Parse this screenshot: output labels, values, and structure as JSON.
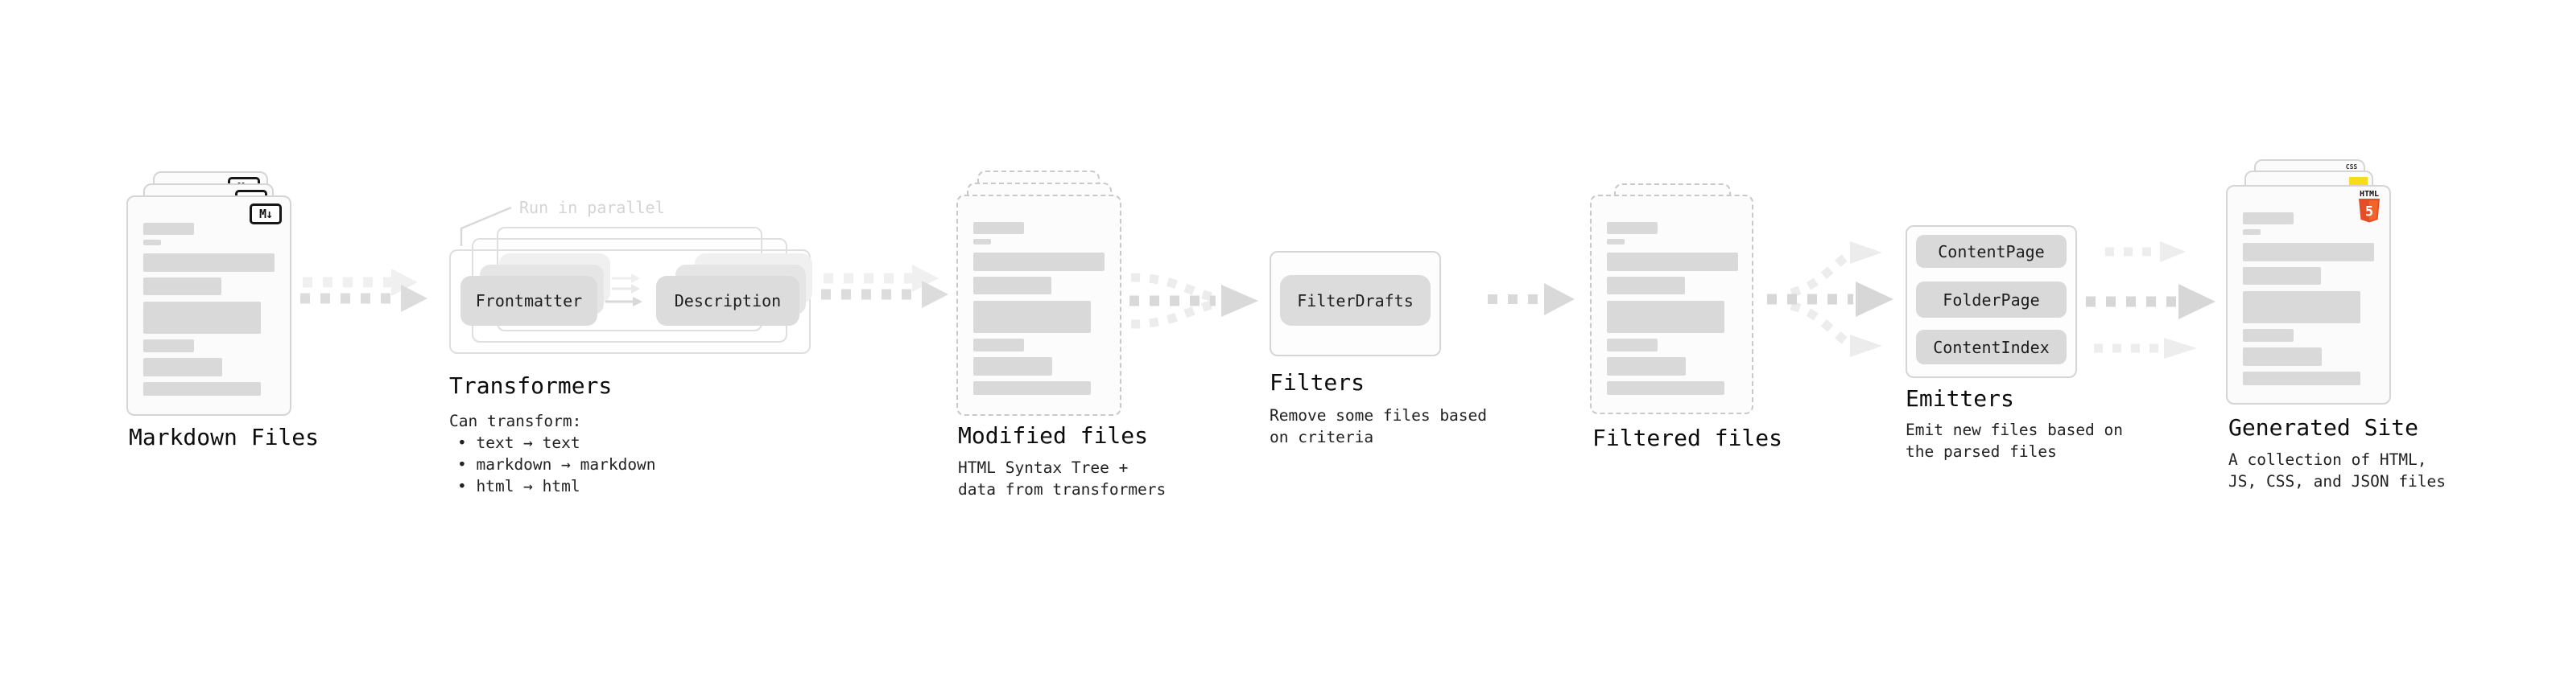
{
  "stages": {
    "markdown_files": {
      "label": "Markdown Files",
      "file_icon": "M↓"
    },
    "transformers": {
      "title": "Transformers",
      "parallel_note": "Run in parallel",
      "node_a": "Frontmatter",
      "node_b": "Description",
      "caption": "Can transform:",
      "bullets": [
        "• text → text",
        "• markdown → markdown",
        "• html → html"
      ]
    },
    "modified_files": {
      "title": "Modified files",
      "caption": "HTML Syntax Tree +\ndata from transformers"
    },
    "filters": {
      "title": "Filters",
      "node": "FilterDrafts",
      "caption": "Remove some files based\non criteria"
    },
    "filtered_files": {
      "title": "Filtered files"
    },
    "emitters": {
      "title": "Emitters",
      "nodes": [
        "ContentPage",
        "FolderPage",
        "ContentIndex"
      ],
      "caption": "Emit new files based on\nthe parsed files"
    },
    "generated_site": {
      "title": "Generated Site",
      "caption": "A collection of HTML,\nJS, CSS, and JSON files",
      "css_icon": "CSS",
      "html_icon_label": "HTML",
      "html_icon_number": "5"
    }
  },
  "colors": {
    "html_orange_dark": "#e44d26",
    "html_orange_light": "#f16529",
    "js_yellow": "#f5dd1e",
    "css_blue": "#2760e5",
    "card_border": "#d5d5d5",
    "bar_gray": "#d9d9d9"
  }
}
